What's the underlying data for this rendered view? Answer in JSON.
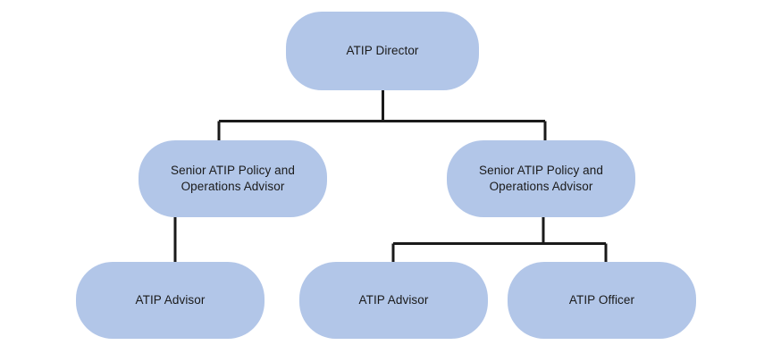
{
  "chart_data": {
    "type": "diagram",
    "diagram_kind": "organization-chart",
    "title": "",
    "orientation": "top-down",
    "node_fill_color": "#b2c6e8",
    "connector_color": "#1a1a1a",
    "text_color": "#1a1a1a",
    "background_color": "#ffffff",
    "levels": [
      {
        "level": 1,
        "nodes": [
          {
            "id": "atip-director",
            "label": "ATIP Director"
          }
        ]
      },
      {
        "level": 2,
        "nodes": [
          {
            "id": "senior-advisor-left",
            "label": "Senior ATIP Policy and\nOperations Advisor"
          },
          {
            "id": "senior-advisor-right",
            "label": "Senior ATIP Policy and\nOperations Advisor"
          }
        ]
      },
      {
        "level": 3,
        "nodes": [
          {
            "id": "atip-advisor-1",
            "label": "ATIP Advisor"
          },
          {
            "id": "atip-advisor-2",
            "label": "ATIP Advisor"
          },
          {
            "id": "atip-officer",
            "label": "ATIP Officer"
          }
        ]
      }
    ],
    "edges": [
      {
        "from": "atip-director",
        "to": "senior-advisor-left"
      },
      {
        "from": "atip-director",
        "to": "senior-advisor-right"
      },
      {
        "from": "senior-advisor-left",
        "to": "atip-advisor-1"
      },
      {
        "from": "senior-advisor-right",
        "to": "atip-advisor-2"
      },
      {
        "from": "senior-advisor-right",
        "to": "atip-officer"
      }
    ]
  },
  "nodes": {
    "director": {
      "label": "ATIP Director"
    },
    "senior_left": {
      "label": "Senior ATIP Policy and\nOperations Advisor"
    },
    "senior_right": {
      "label": "Senior ATIP Policy and\nOperations Advisor"
    },
    "advisor_1": {
      "label": "ATIP Advisor"
    },
    "advisor_2": {
      "label": "ATIP Advisor"
    },
    "officer": {
      "label": "ATIP Officer"
    }
  }
}
